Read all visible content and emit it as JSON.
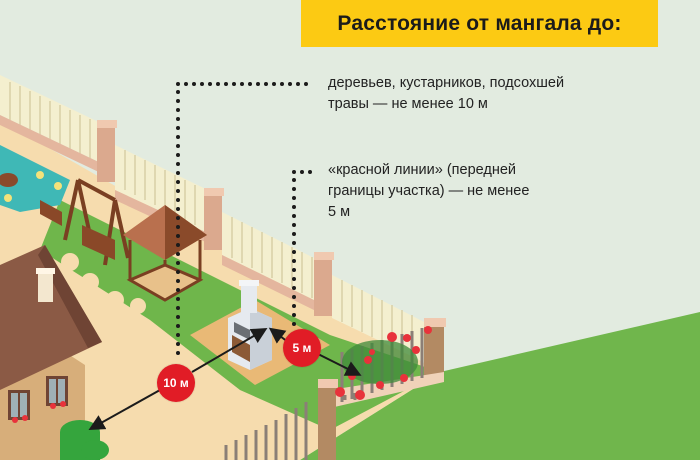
{
  "header": {
    "title": "Расстояние от мангала до:"
  },
  "notes": [
    {
      "line1": "деревьев, кустарников, подсохшей",
      "line2": "травы — не менее 10 м"
    },
    {
      "line1": "«красной линии» (передней",
      "line2": "границы участка) — не менее",
      "line3": "5 м"
    }
  ],
  "badges": {
    "trees_distance": "10 м",
    "red_line_distance": "5 м"
  },
  "colors": {
    "banner": "#fcca13",
    "badge": "#e11c26",
    "background": "#e2ebe0",
    "lawn": "#6fb64b",
    "path": "#f6dcae"
  },
  "illustration": {
    "objects": [
      "house",
      "pond",
      "swing",
      "gazebo",
      "bbq-grill",
      "fence",
      "rose-bushes",
      "tree",
      "front-fence"
    ]
  }
}
